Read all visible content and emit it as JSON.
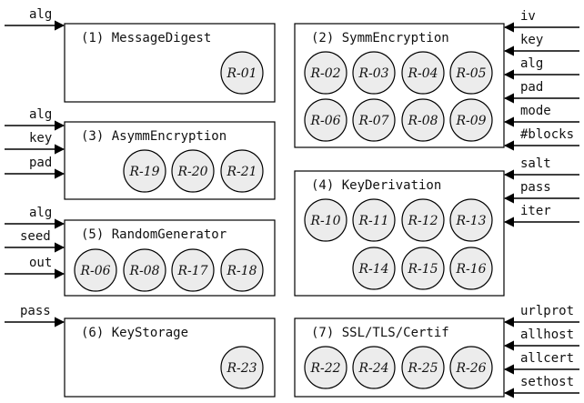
{
  "boxes": [
    {
      "id": "b1",
      "title": "(1) MessageDigest",
      "rules": [
        "R-01"
      ],
      "inputs_left": [
        "alg"
      ]
    },
    {
      "id": "b2",
      "title": "(2) SymmEncryption",
      "rules": [
        "R-02",
        "R-03",
        "R-04",
        "R-05",
        "R-06",
        "R-07",
        "R-08",
        "R-09"
      ],
      "inputs_right": [
        "iv",
        "key",
        "alg",
        "pad",
        "mode",
        "#blocks"
      ]
    },
    {
      "id": "b3",
      "title": "(3) AsymmEncryption",
      "rules": [
        "R-19",
        "R-20",
        "R-21"
      ],
      "inputs_left": [
        "alg",
        "key",
        "pad"
      ]
    },
    {
      "id": "b4",
      "title": "(4) KeyDerivation",
      "rules": [
        "R-10",
        "R-11",
        "R-12",
        "R-13",
        "R-14",
        "R-15",
        "R-16"
      ],
      "inputs_right": [
        "salt",
        "pass",
        "iter"
      ]
    },
    {
      "id": "b5",
      "title": "(5) RandomGenerator",
      "rules": [
        "R-06",
        "R-08",
        "R-17",
        "R-18"
      ],
      "inputs_left": [
        "alg",
        "seed",
        "out"
      ]
    },
    {
      "id": "b6",
      "title": "(6) KeyStorage",
      "rules": [
        "R-23"
      ],
      "inputs_left": [
        "pass"
      ]
    },
    {
      "id": "b7",
      "title": "(7) SSL/TLS/Certif",
      "rules": [
        "R-22",
        "R-24",
        "R-25",
        "R-26"
      ],
      "inputs_right": [
        "urlprot",
        "allhost",
        "allcert",
        "sethost"
      ]
    }
  ]
}
